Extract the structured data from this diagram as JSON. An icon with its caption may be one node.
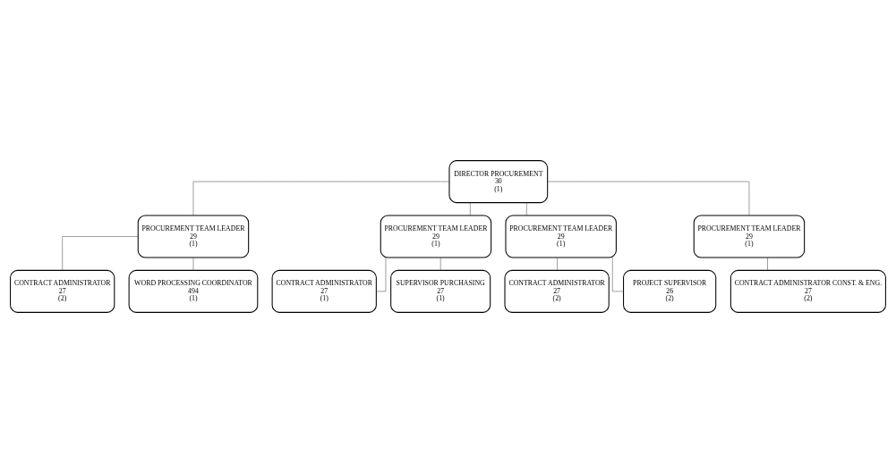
{
  "diagram": {
    "nodes": [
      {
        "text": [
          "DIRECTOR PROCUREMENT",
          "30",
          "(1)"
        ]
      },
      {
        "text": [
          "PROCUREMENT TEAM LEADER",
          "29",
          "(1)"
        ]
      },
      {
        "text": [
          "CONTRACT ADMINISTRATOR",
          "27",
          "(2)"
        ]
      },
      {
        "text": [
          "WORD PROCESSING COORDINATOR",
          "494",
          "(1)"
        ]
      },
      {
        "text": [
          "PROCUREMENT TEAM LEADER",
          "29",
          "(1)"
        ]
      },
      {
        "text": [
          "CONTRACT ADMINISTRATOR",
          "27",
          "(1)"
        ]
      },
      {
        "text": [
          "SUPERVISOR PURCHASING",
          "27",
          "(1)"
        ]
      },
      {
        "text": [
          "PROCUREMENT TEAM LEADER",
          "29",
          "(1)"
        ]
      },
      {
        "text": [
          "CONTRACT ADMINISTRATOR",
          "27",
          "(2)"
        ]
      },
      {
        "text": [
          "PROJECT SUPERVISOR",
          "26",
          "(2)"
        ]
      },
      {
        "text": [
          "PROCUREMENT TEAM LEADER",
          "29",
          "(1)"
        ]
      },
      {
        "text": [
          "CONTRACT ADMINISTRATOR CONST. & ENG.",
          "27",
          "(2)"
        ]
      }
    ],
    "edges": [
      {
        "from": 0,
        "to": 1,
        "arrow": "none"
      },
      {
        "from": 0,
        "to": 4,
        "arrow": "none"
      },
      {
        "from": 0,
        "to": 7,
        "arrow": "none"
      },
      {
        "from": 0,
        "to": 10,
        "arrow": "none"
      },
      {
        "from": 1,
        "to": 2,
        "arrow": "none"
      },
      {
        "from": 1,
        "to": 3,
        "arrow": "none"
      },
      {
        "from": 4,
        "to": 5,
        "arrow": "none"
      },
      {
        "from": 4,
        "to": 6,
        "arrow": "none"
      },
      {
        "from": 7,
        "to": 8,
        "arrow": "none"
      },
      {
        "from": 7,
        "to": 9,
        "arrow": "none"
      },
      {
        "from": 10,
        "to": 11,
        "arrow": "none"
      }
    ]
  }
}
